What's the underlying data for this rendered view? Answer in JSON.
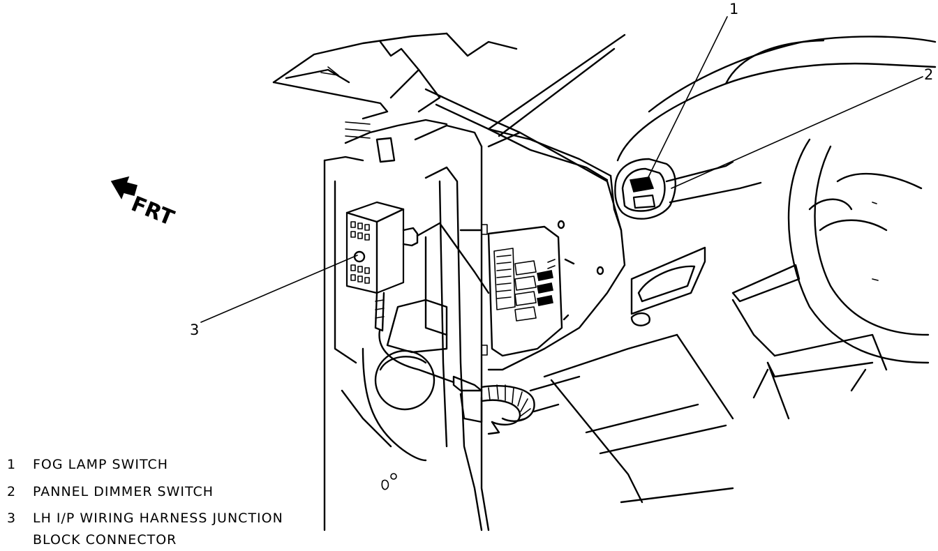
{
  "orientation_label": "FRT",
  "callouts": [
    {
      "number": "1"
    },
    {
      "number": "2"
    },
    {
      "number": "3"
    }
  ],
  "legend": [
    {
      "number": "1",
      "text": "FOG LAMP SWITCH"
    },
    {
      "number": "2",
      "text": "PANNEL DIMMER SWITCH"
    },
    {
      "number": "3",
      "text": "LH I/P WIRING HARNESS JUNCTION",
      "text_line2": "BLOCK CONNECTOR"
    }
  ]
}
